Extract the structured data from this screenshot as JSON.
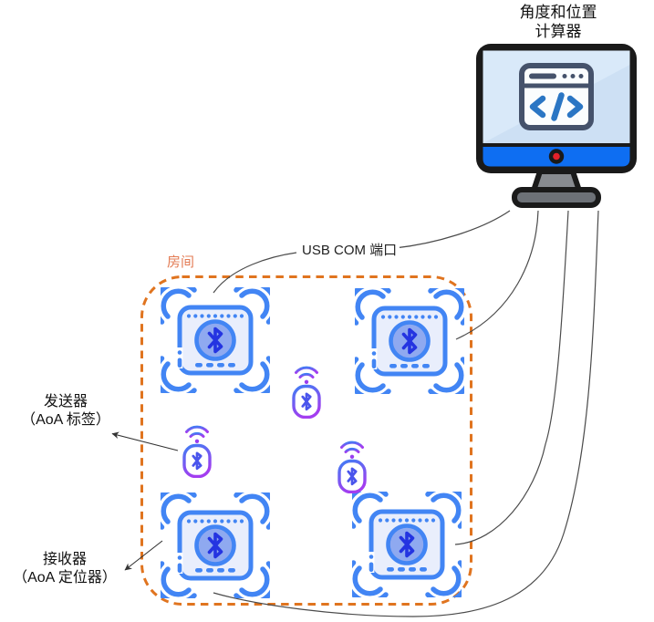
{
  "computer": {
    "title_line1": "角度和位置",
    "title_line2": "计算器",
    "icon": "desktop-computer-with-code-window-icon"
  },
  "room": {
    "label": "房间",
    "border_color": "#e0741f",
    "label_color": "#e37c55"
  },
  "connections": {
    "usb_label": "USB COM 端口",
    "line_color": "#4b4b4b",
    "count": 4
  },
  "legend": {
    "transmitter_line1": "发送器",
    "transmitter_line2": "（AoA 标签）",
    "receiver_line1": "接收器",
    "receiver_line2": "（AoA 定位器）"
  },
  "devices": {
    "receivers": {
      "count": 4,
      "icon": "bluetooth-beacon-locator-icon",
      "border_color": "#4285f4",
      "body_fill": "#e9eefc",
      "circle_fill": "#8fa9f0",
      "bluetooth_rune_color": "#2434e1"
    },
    "tags": {
      "count": 3,
      "icon": "bluetooth-tag-with-wifi-icon",
      "gradient_top": "#3f7df4",
      "gradient_bottom": "#a33df0",
      "bluetooth_rune_color": "#4a55ec"
    }
  },
  "colors": {
    "monitor_screen": "#d9e9f9",
    "monitor_bar": "#0e6ef2",
    "monitor_frame": "#1a1a1a",
    "browser_frame": "#45526b",
    "code_glyph": "#2b76c4",
    "power_light": "#e62129",
    "stand_gray": "#888b90"
  }
}
